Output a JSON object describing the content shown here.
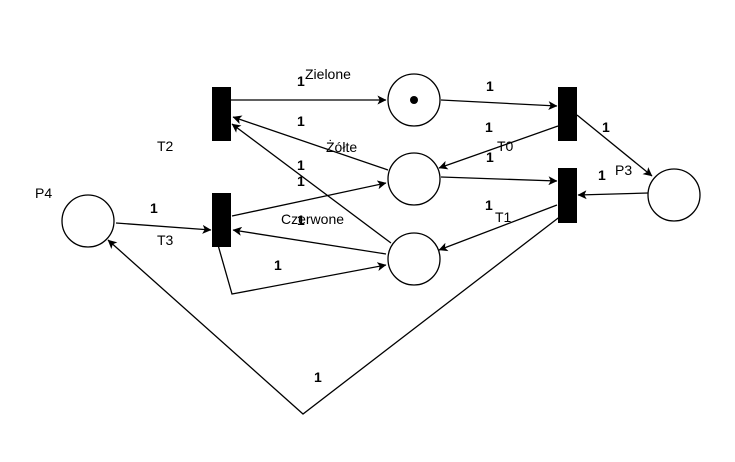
{
  "colors": {
    "stroke": "#000000",
    "background": "#ffffff"
  },
  "places": [
    {
      "id": "zielone",
      "label": "Zielone",
      "tokens": 1
    },
    {
      "id": "zolte",
      "label": "Żółte",
      "tokens": 0
    },
    {
      "id": "czerwone",
      "label": "Czerwone",
      "tokens": 0
    },
    {
      "id": "p3",
      "label": "P3",
      "tokens": 0
    },
    {
      "id": "p4",
      "label": "P4",
      "tokens": 0
    }
  ],
  "transitions": [
    {
      "id": "t0",
      "label": "T0"
    },
    {
      "id": "t1",
      "label": "T1"
    },
    {
      "id": "t2",
      "label": "T2"
    },
    {
      "id": "t3",
      "label": "T3"
    }
  ],
  "arcs": [
    {
      "from": "t2",
      "to": "zielone",
      "weight": "1"
    },
    {
      "from": "zielone",
      "to": "t0",
      "weight": "1"
    },
    {
      "from": "t0",
      "to": "p3",
      "weight": "1"
    },
    {
      "from": "t0",
      "to": "zolte",
      "weight": "1"
    },
    {
      "from": "zolte",
      "to": "t2",
      "weight": "1"
    },
    {
      "from": "zolte",
      "to": "t1",
      "weight": "1"
    },
    {
      "from": "p3",
      "to": "t1",
      "weight": "1"
    },
    {
      "from": "t1",
      "to": "czerwone",
      "weight": "1"
    },
    {
      "from": "czerwone",
      "to": "t2",
      "weight": "1"
    },
    {
      "from": "t3",
      "to": "zolte",
      "weight": "1"
    },
    {
      "from": "czerwone",
      "to": "t3",
      "weight": "1"
    },
    {
      "from": "t3",
      "to": "czerwone",
      "weight": "1"
    },
    {
      "from": "p4",
      "to": "t3",
      "weight": "1"
    },
    {
      "from": "t1",
      "to": "p4",
      "weight": "1"
    }
  ]
}
